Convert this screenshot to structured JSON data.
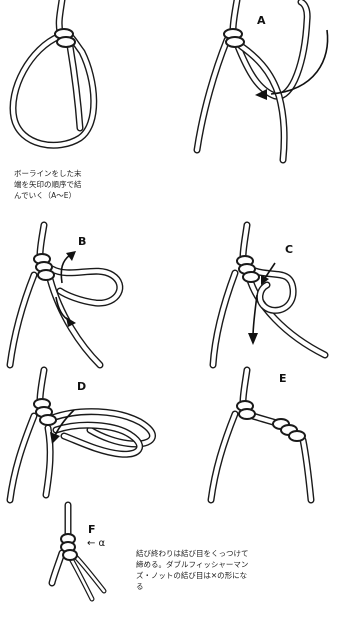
{
  "diagram": {
    "steps": [
      {
        "id": "A",
        "label": "A"
      },
      {
        "id": "B",
        "label": "B"
      },
      {
        "id": "C",
        "label": "C"
      },
      {
        "id": "D",
        "label": "D"
      },
      {
        "id": "E",
        "label": "E"
      },
      {
        "id": "F",
        "label": "F"
      }
    ],
    "alpha_marker": "← α",
    "captions": {
      "intro": "ボーラインをした末\n端を矢印の順序で結\nんでいく（A〜E）",
      "final": "結び終わりは結び目をくっつけて\n締める。ダブルフィッシャーマン\nズ・ノットの結び目は✕の形にな\nる"
    }
  }
}
